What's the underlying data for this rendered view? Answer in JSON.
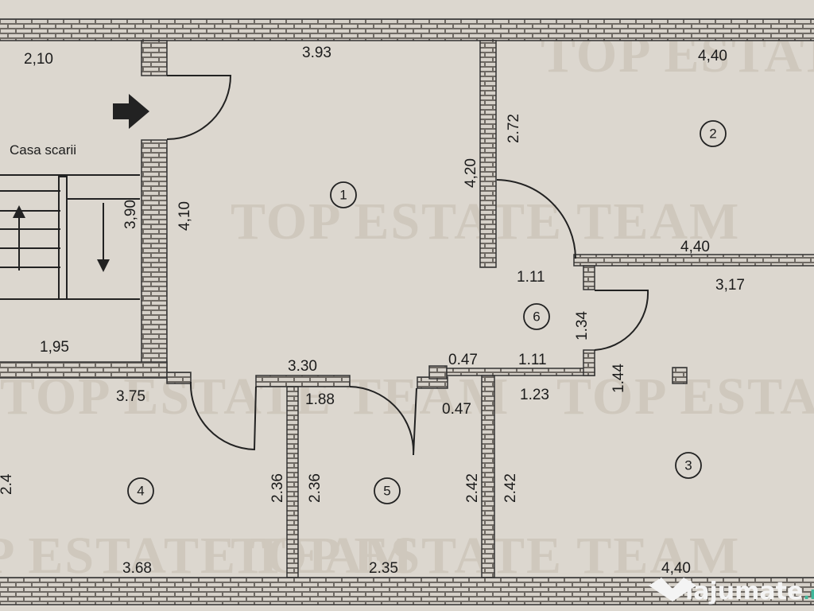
{
  "watermark": "TOP ESTATE TEAM",
  "logo": {
    "text": "lajumate",
    "suffix": ".ro",
    "suffix_color": "#3fb89b"
  },
  "labels": {
    "stair": "Casa scarii"
  },
  "rooms": [
    "1",
    "2",
    "3",
    "4",
    "5",
    "6"
  ],
  "dimensions": {
    "d_2_10": "2,10",
    "d_3_93": "3.93",
    "d_4_40_top": "4,40",
    "d_2_72": "2.72",
    "d_4_20": "4,20",
    "d_4_10": "4,10",
    "d_3_90": "3,90",
    "d_1_95": "1,95",
    "d_4_40_mid": "4,40",
    "d_3_17": "3,17",
    "d_1_11a": "1.11",
    "d_1_34": "1.34",
    "d_1_44": "1.44",
    "d_0_47a": "0.47",
    "d_1_11b": "1.11",
    "d_3_30": "3.30",
    "d_3_75": "3.75",
    "d_1_88": "1.88",
    "d_0_47b": "0.47",
    "d_1_23": "1.23",
    "d_2_36a": "2.36",
    "d_2_36b": "2.36",
    "d_2_42a": "2.42",
    "d_2_42b": "2.42",
    "d_3_68": "3.68",
    "d_2_35": "2.35",
    "d_4_40_bot": "4,40",
    "d_left": "2.4"
  },
  "colors": {
    "paper": "#dcd7cf",
    "ink": "#1c1c1c",
    "watermark": "#cfc8bd"
  }
}
